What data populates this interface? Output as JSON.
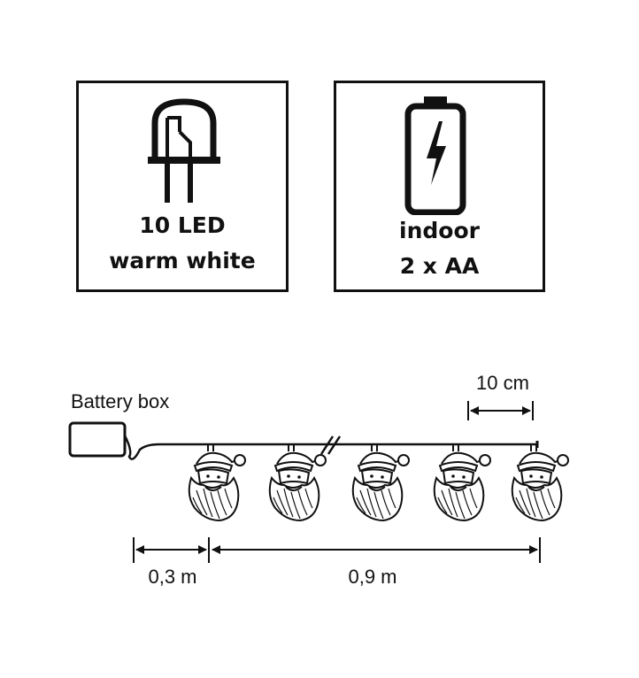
{
  "led_box": {
    "icon": "led-diode-icon",
    "line1": "10 LED",
    "line2": "warm white"
  },
  "battery_box": {
    "icon": "battery-bolt-icon",
    "line1": "indoor",
    "line2": "2 x AA"
  },
  "diagram": {
    "battery_box_label": "Battery box",
    "spacing_label": "10 cm",
    "lead_length_label": "0,3 m",
    "lit_length_label": "0,9 m",
    "light_icon": "santa-claus-icon",
    "visible_lights": 5
  }
}
